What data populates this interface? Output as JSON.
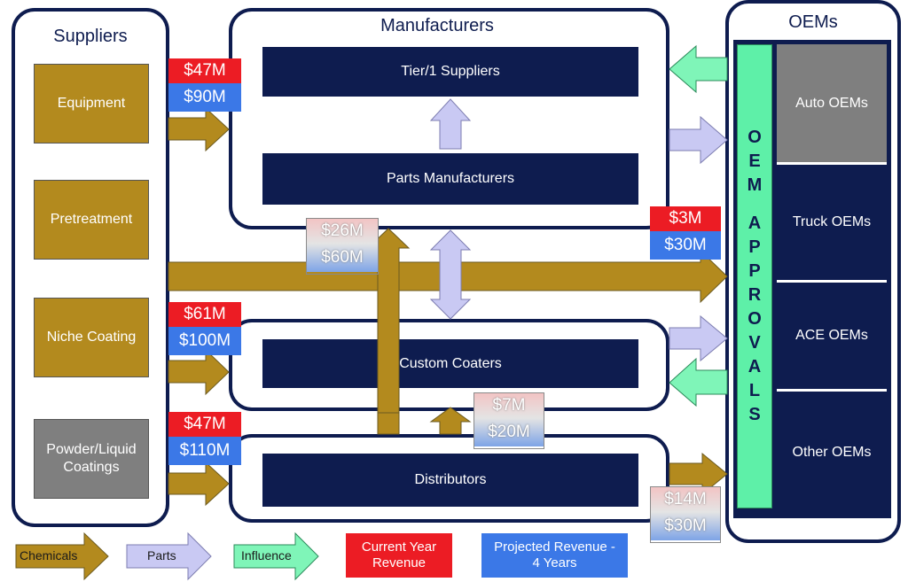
{
  "suppliers": {
    "title": "Suppliers",
    "items": [
      {
        "label": "Equipment"
      },
      {
        "label": "Pretreatment"
      },
      {
        "label": "Niche Coating"
      },
      {
        "label": "Powder/Liquid Coatings"
      }
    ]
  },
  "manufacturers": {
    "title": "Manufacturers",
    "tier1": "Tier/1 Suppliers",
    "parts": "Parts Manufacturers"
  },
  "custom_coaters": "Custom Coaters",
  "distributors": "Distributors",
  "oems": {
    "title": "OEMs",
    "approval_text": "OEM APPROVALS",
    "items": [
      "Auto OEMs",
      "Truck OEMs",
      "ACE OEMs",
      "Other OEMs"
    ]
  },
  "revenue_badges": {
    "equipment": {
      "current": "$47M",
      "projected": "$90M"
    },
    "niche": {
      "current": "$61M",
      "projected": "$100M"
    },
    "powder": {
      "current": "$47M",
      "projected": "$110M"
    },
    "manuf_left": {
      "current": "$26M",
      "projected": "$60M"
    },
    "manuf_oem": {
      "current": "$3M",
      "projected": "$30M"
    },
    "coater_dist": {
      "current": "$7M",
      "projected": "$20M"
    },
    "dist_oem": {
      "current": "$14M",
      "projected": "$30M"
    }
  },
  "legend": {
    "chemicals": "Chemicals",
    "parts": "Parts",
    "influence": "Influence",
    "current": "Current Year Revenue",
    "projected": "Projected Revenue - 4 Years"
  },
  "colors": {
    "chemicals": "#b38a1e",
    "parts": "#c9c9f3",
    "influence": "#5ef0a8",
    "current": "#ec1c24",
    "projected": "#3b78e7",
    "navy": "#0e1c4f"
  }
}
